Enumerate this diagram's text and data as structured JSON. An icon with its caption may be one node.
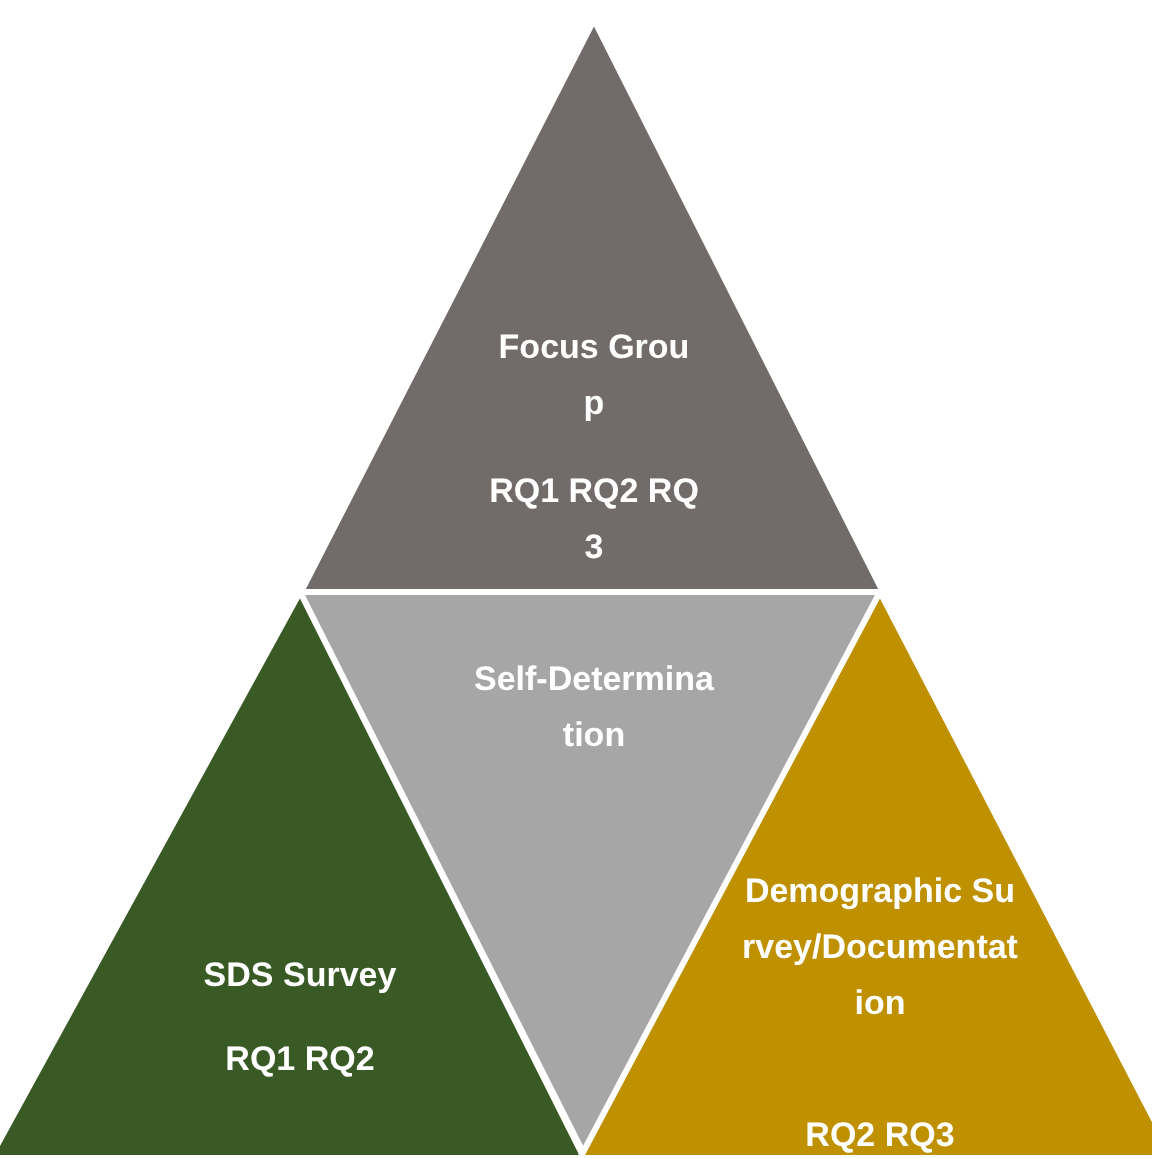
{
  "diagram": {
    "nodes": [
      {
        "text": [
          "Focus Group",
          "RQ1 RQ2 RQ3"
        ]
      },
      {
        "text": [
          "Self-Determination"
        ]
      },
      {
        "text": [
          "SDS Survey",
          "RQ1 RQ2"
        ]
      },
      {
        "text": [
          "Demographic Survey/Documentation",
          "RQ2 RQ3"
        ]
      }
    ]
  }
}
